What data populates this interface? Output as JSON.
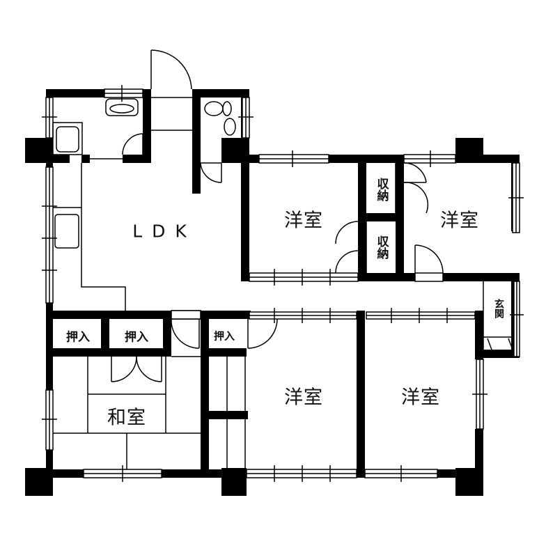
{
  "floorplan": {
    "type": "apartment floor plan",
    "colors": {
      "wall": "#000000",
      "line": "#000000",
      "background": "#ffffff"
    },
    "rooms": {
      "ldk": {
        "label": "LDK"
      },
      "western_1": {
        "label": "洋室"
      },
      "western_2": {
        "label": "洋室"
      },
      "western_3": {
        "label": "洋室"
      },
      "western_4": {
        "label": "洋室"
      },
      "japanese": {
        "label": "和室"
      },
      "storage_1": {
        "label": "収納"
      },
      "storage_2": {
        "label": "収納"
      },
      "closet_1": {
        "label": "押入"
      },
      "closet_2": {
        "label": "押入"
      },
      "closet_3": {
        "label": "押入"
      },
      "entrance": {
        "label": "玄関"
      }
    }
  }
}
